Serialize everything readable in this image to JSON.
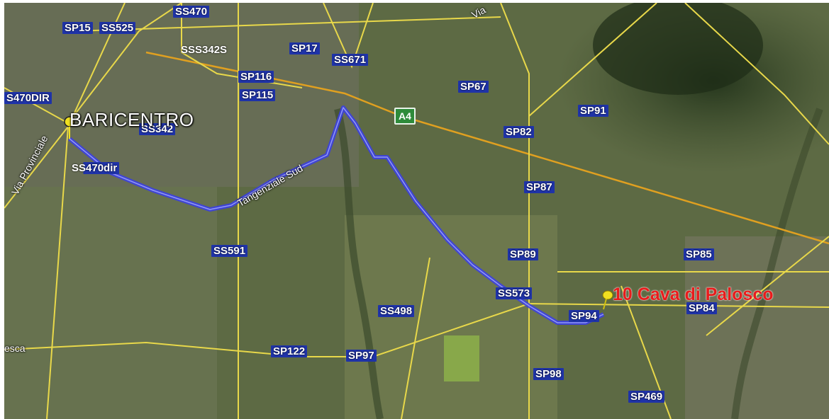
{
  "map": {
    "place": "BARICENTRO",
    "poi": "10 Cava di Palosco",
    "road_names": {
      "via_provinciale": "Via Provinciale",
      "tangenziale_sud": "Tangenziale Sud",
      "via_top": "Via",
      "esca": "esca"
    },
    "shields": {
      "sp15": "SP15",
      "ss525": "SS525",
      "ss470": "SS470",
      "ss342s": "SSS342S",
      "sp17": "SP17",
      "ss671": "SS671",
      "s470dir": "S470DIR",
      "sp116": "SP116",
      "sp115": "SP115",
      "sp67": "SP67",
      "sp91": "SP91",
      "a4": "A4",
      "sp82": "SP82",
      "ss342": "SS342",
      "ss470dir": "SS470dir",
      "sp87": "SP87",
      "ss591": "SS591",
      "sp89": "SP89",
      "sp85": "SP85",
      "ss573": "SS573",
      "sp84": "SP84",
      "sp94": "SP94",
      "ss498": "SS498",
      "sp122": "SP122",
      "sp97": "SP97",
      "sp98": "SP98",
      "sp469": "SP469"
    },
    "colors": {
      "route": "#3a3ee6",
      "roads": "#e8d84a",
      "motorway": "#e0a020",
      "shield": "#1f33a8",
      "poi_label": "#e81c1c",
      "pin": "#f0e020"
    },
    "icons": {
      "pin": "pushpin-icon",
      "start": "start-marker-icon"
    }
  }
}
